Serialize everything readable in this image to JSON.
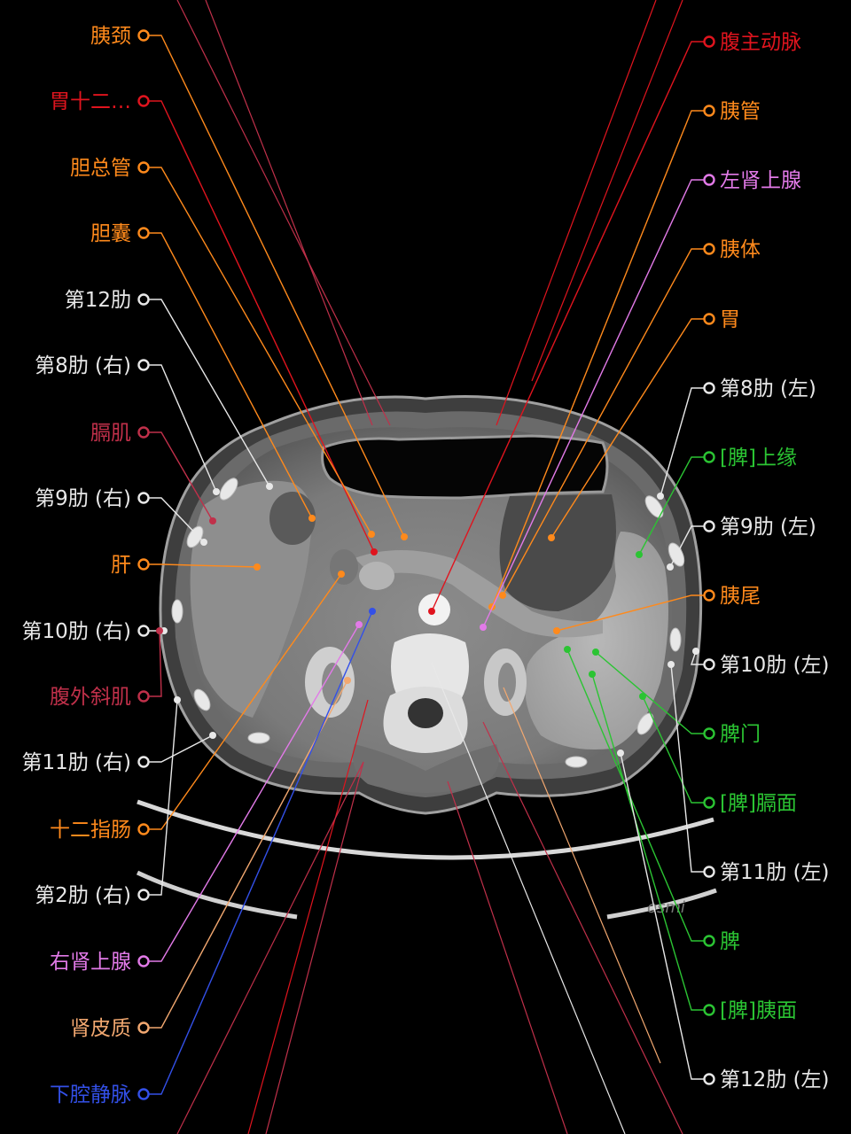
{
  "colors": {
    "orange": "#ff8a1c",
    "red": "#e0141e",
    "darkred": "#c0304a",
    "white": "#e8e8e8",
    "pink": "#e27ae8",
    "green": "#2bc433",
    "blue": "#3350e8",
    "peach": "#f2a870"
  },
  "left_labels": [
    {
      "text": "胰颈",
      "color": "orange"
    },
    {
      "text": "胃十二…",
      "color": "red"
    },
    {
      "text": "胆总管",
      "color": "orange"
    },
    {
      "text": "胆囊",
      "color": "orange"
    },
    {
      "text": "第12肋",
      "color": "white"
    },
    {
      "text": "第8肋 (右)",
      "color": "white"
    },
    {
      "text": "膈肌",
      "color": "darkred"
    },
    {
      "text": "第9肋 (右)",
      "color": "white"
    },
    {
      "text": "肝",
      "color": "orange"
    },
    {
      "text": "第10肋 (右)",
      "color": "white"
    },
    {
      "text": "腹外斜肌",
      "color": "darkred"
    },
    {
      "text": "第11肋 (右)",
      "color": "white"
    },
    {
      "text": "十二指肠",
      "color": "orange"
    },
    {
      "text": "第2肋 (右)",
      "color": "white"
    },
    {
      "text": "右肾上腺",
      "color": "pink"
    },
    {
      "text": "肾皮质",
      "color": "peach"
    },
    {
      "text": "下腔静脉",
      "color": "blue"
    }
  ],
  "right_labels": [
    {
      "text": "腹主动脉",
      "color": "red"
    },
    {
      "text": "胰管",
      "color": "orange"
    },
    {
      "text": "左肾上腺",
      "color": "pink"
    },
    {
      "text": "胰体",
      "color": "orange"
    },
    {
      "text": "胃",
      "color": "orange"
    },
    {
      "text": "第8肋 (左)",
      "color": "white"
    },
    {
      "text": "[脾]上缘",
      "color": "green"
    },
    {
      "text": "第9肋 (左)",
      "color": "white"
    },
    {
      "text": "胰尾",
      "color": "orange"
    },
    {
      "text": "第10肋 (左)",
      "color": "white"
    },
    {
      "text": "脾门",
      "color": "green"
    },
    {
      "text": "[脾]膈面",
      "color": "green"
    },
    {
      "text": "第11肋 (左)",
      "color": "white"
    },
    {
      "text": "脾",
      "color": "green"
    },
    {
      "text": "[脾]胰面",
      "color": "green"
    },
    {
      "text": "第12肋 (左)",
      "color": "white"
    }
  ],
  "watermark": "osmi"
}
